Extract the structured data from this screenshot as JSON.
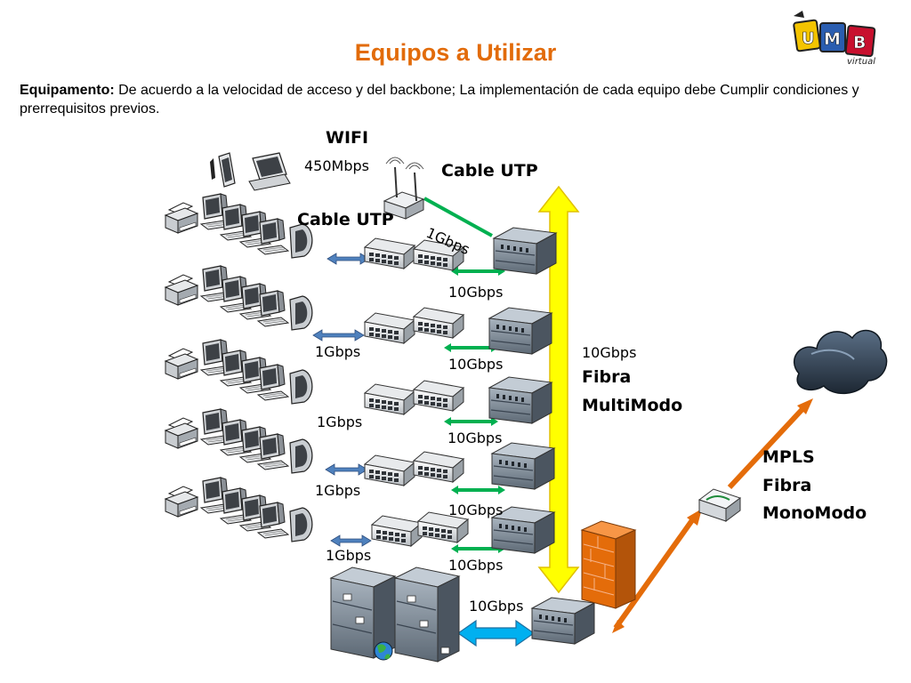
{
  "header": {
    "title": "Equipos a Utilizar",
    "desc_label": "Equipamento:",
    "desc_text": " De acuerdo a la velocidad de acceso y del backbone; La implementación de cada equipo debe Cumplir condiciones y prerrequisitos previos."
  },
  "logo": {
    "text": "UMB",
    "sub": "virtual",
    "colors": [
      "#f4c400",
      "#2a5db0",
      "#c8102e"
    ]
  },
  "labels": {
    "wifi": "WIFI",
    "wifi_speed": "450Mbps",
    "cable_utp_top": "Cable UTP",
    "cable_utp_left": "Cable UTP",
    "ap_link": "1Gbps",
    "row1_uplink": "10Gbps",
    "row2_access": "1Gbps",
    "row2_uplink": "10Gbps",
    "row3_access": "1Gbps",
    "row3_uplink": "10Gbps",
    "row4_access": "1Gbps",
    "row4_uplink": "10Gbps",
    "row5_access": "1Gbps",
    "row5_uplink": "10Gbps",
    "server_link": "10Gbps",
    "backbone_speed": "10Gbps",
    "backbone_media_1": "Fibra",
    "backbone_media_2": "MultiModo",
    "wan_1": "MPLS",
    "wan_2": "Fibra",
    "wan_3": "MonoModo"
  },
  "colors": {
    "title": "#e26b0a",
    "backbone": "#ffff00",
    "uplink": "#00b050",
    "access": "#4f81bd",
    "server_link": "#00b0f0",
    "wan": "#e46c0a"
  },
  "icons": [
    "printer-icon",
    "desktop-icon",
    "laptop-icon",
    "phone-icon",
    "wifi-ap-icon",
    "switch-icon",
    "rack-server-icon",
    "firewall-icon",
    "router-icon",
    "cloud-icon",
    "server-farm-icon",
    "globe-icon"
  ]
}
